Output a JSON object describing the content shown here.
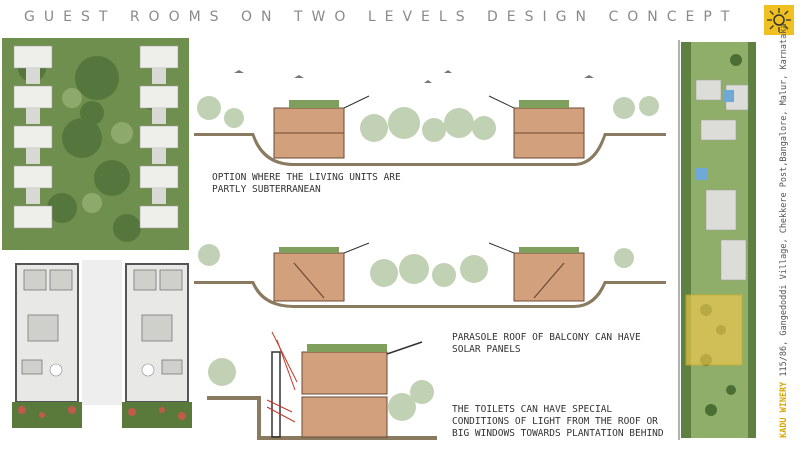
{
  "title": "GUEST ROOMS ON TWO LEVELS   DESIGN CONCEPT",
  "notes": {
    "section_one": "OPTION WHERE THE LIVING UNITS ARE\nPARTLY SUBTERRANEAN",
    "balcony_roof": "PARASOLE ROOF OF BALCONY CAN HAVE\nSOLAR PANELS",
    "toilets": "THE TOILETS CAN HAVE SPECIAL\nCONDITIONS OF LIGHT FROM THE ROOF OR\nBIG WINDOWS TOWARDS PLANTATION BEHIND"
  },
  "site": {
    "brand": "KADU WINERY",
    "address": " 115/86, Gangedoddi Village, Chekkere Post,Bangalore, Malur, Karnataka"
  },
  "colors": {
    "logo": "#f0c020",
    "highlight": "#f2c94c",
    "greenery": "#6f8f4e",
    "brick": "#c98c6a"
  },
  "icons": [
    "sun-logo-icon"
  ]
}
